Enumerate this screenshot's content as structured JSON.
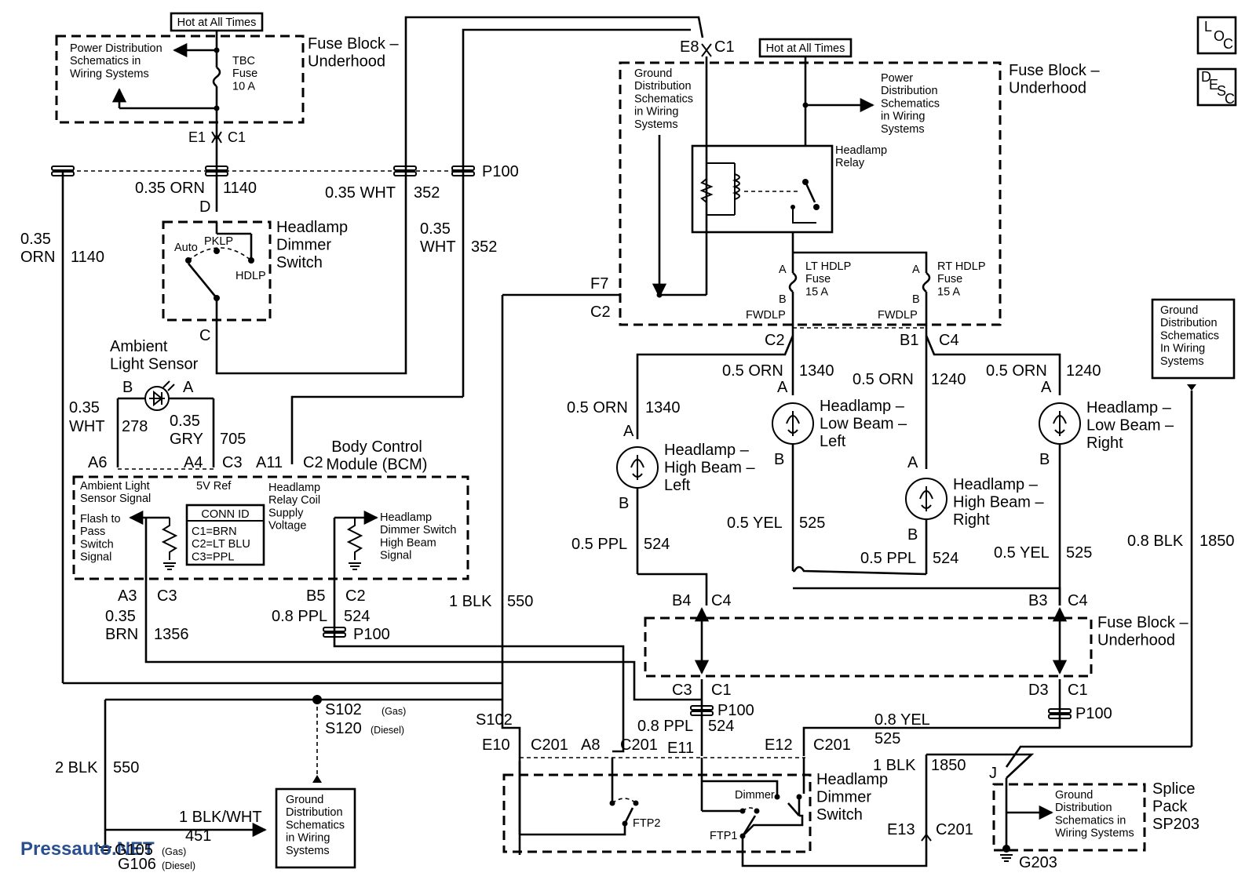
{
  "diagram": {
    "watermark": "Pressauto.NET",
    "hot_top_left": "Hot at All Times",
    "hot_top_right": "Hot at All Times",
    "fuse_block_underhood": "Fuse Block –\nUnderhood",
    "power_dist": "Power Distribution\nSchematics in\nWiring Systems",
    "power_dist_right": "Power\nDistribution\nSchematics\nin Wiring\nSystems",
    "ground_dist_right_fb": "Ground\nDistribution\nSchematics\nin Wiring\nSystems",
    "ground_dist_far_right": "Ground\nDistribution\nSchematics\nIn Wiring\nSystems",
    "ground_dist_bottom": "Ground\nDistribution\nSchematics\nin Wiring\nSystems",
    "ground_dist_splice": "Ground\nDistribution\nSchematics in\nWiring Systems",
    "tbc_fuse": "TBC\nFuse\n10 A",
    "headlamp_relay": "Headlamp\nRelay",
    "lt_hdlp_fuse": "LT HDLP\nFuse\n15 A",
    "rt_hdlp_fuse": "RT HDLP\nFuse\n15 A",
    "headlamp_dimmer_switch": "Headlamp\nDimmer\nSwitch",
    "ambient_light_sensor": "Ambient\nLight Sensor",
    "bcm_title": "Body Control\nModule (BCM)",
    "bcm_ambient_signal": "Ambient Light\nSensor Signal",
    "bcm_5v_ref": "5V Ref",
    "bcm_relay_coil": "Headlamp\nRelay Coil\nSupply\nVoltage",
    "bcm_flash_to_pass": "Flash to\nPass\nSwitch\nSignal",
    "bcm_dimmer_high": "Headlamp\nDimmer Switch\nHigh Beam\nSignal",
    "conn_id_title": "CONN ID",
    "conn_id_lines": "C1=BRN\nC2=LT BLU\nC3=PPL",
    "hb_left": "Headlamp –\nHigh Beam –\nLeft",
    "lb_left": "Headlamp –\nLow Beam –\nLeft",
    "hb_right": "Headlamp –\nHigh Beam –\nRight",
    "lb_right": "Headlamp –\nLow Beam –\nRight",
    "splice_pack": "Splice\nPack\nSP203",
    "switch_labels": {
      "auto": "Auto",
      "pklp": "PKLP",
      "hdlp": "HDLP",
      "dimmer": "Dimmer",
      "ftp1": "FTP1",
      "ftp2": "FTP2"
    },
    "s102": "S102",
    "s120": "S120",
    "gas": "(Gas)",
    "diesel": "(Diesel)",
    "g105": "G105",
    "g106": "G106",
    "g203": "G203",
    "loc": [
      "L",
      "O",
      "C"
    ],
    "desc": [
      "D",
      "E",
      "S",
      "C"
    ],
    "wire_labels": {
      "w1": "0.35 ORN",
      "w2": "1140",
      "w3": "0.35 WHT",
      "w4": "352",
      "w5": "0.35",
      "w6": "WHT",
      "w7": "352",
      "w8": "0.35",
      "w9": "ORN",
      "w10": "1140",
      "w11": "0.35",
      "w12": "WHT",
      "w13": "278",
      "w14": "0.35",
      "w15": "GRY",
      "w16": "705",
      "w17": "0.35",
      "w18": "BRN",
      "w19": "1356",
      "w20": "0.8 PPL",
      "w21": "524",
      "w22": "1 BLK",
      "w23": "550",
      "w24": "2 BLK",
      "w25": "550",
      "w26": "1 BLK/WHT",
      "w27": "451",
      "w28": "0.5 ORN",
      "w29": "1340",
      "w30": "0.5 ORN",
      "w31": "1340",
      "w32": "0.5 ORN",
      "w33": "1240",
      "w34": "0.5 ORN",
      "w35": "1240",
      "w36": "0.5 PPL",
      "w37": "524",
      "w38": "0.5 YEL",
      "w39": "525",
      "w40": "0.5 PPL",
      "w41": "524",
      "w42": "0.5 YEL",
      "w43": "525",
      "w44": "0.8 BLK",
      "w45": "1850",
      "w46": "0.8 PPL",
      "w47": "524",
      "w48": "0.8 YEL",
      "w49": "525",
      "w50": "1 BLK",
      "w51": "1850"
    },
    "connectors": {
      "e1": "E1",
      "c1a": "C1",
      "e8": "E8",
      "c1b": "C1",
      "p100a": "P100",
      "d": "D",
      "c": "C",
      "f7": "F7",
      "c2a": "C2",
      "fwdlp1": "FWDLP",
      "fwdlp2": "FWDLP",
      "a1": "A",
      "b1": "B",
      "a2": "A",
      "b2": "B",
      "c2b": "C2",
      "b1c": "B1",
      "c4a": "C4",
      "b_sens": "B",
      "a_sens": "A",
      "a6": "A6",
      "a4": "A4",
      "c3a": "C3",
      "a11": "A11",
      "c2c": "C2",
      "a3": "A3",
      "c3b": "C3",
      "b5": "B5",
      "c2d": "C2",
      "p100b": "P100",
      "b4": "B4",
      "c4b": "C4",
      "b3": "B3",
      "c4c": "C4",
      "c3c": "C3",
      "c1c": "C1",
      "p100c": "P100",
      "d3": "D3",
      "c1d": "C1",
      "p100d": "P100",
      "e10": "E10",
      "c201a": "C201",
      "a8": "A8",
      "c201b": "C201",
      "e11": "E11",
      "e12": "E12",
      "c201c": "C201",
      "e13": "E13",
      "c201d": "C201",
      "j": "J",
      "la_hbl": "A",
      "lb_hbl": "B",
      "la_lbl": "A",
      "lb_lbl": "B",
      "la_hbr": "A",
      "lb_hbr": "B",
      "la_lbr": "A",
      "lb_lbr": "B"
    }
  }
}
